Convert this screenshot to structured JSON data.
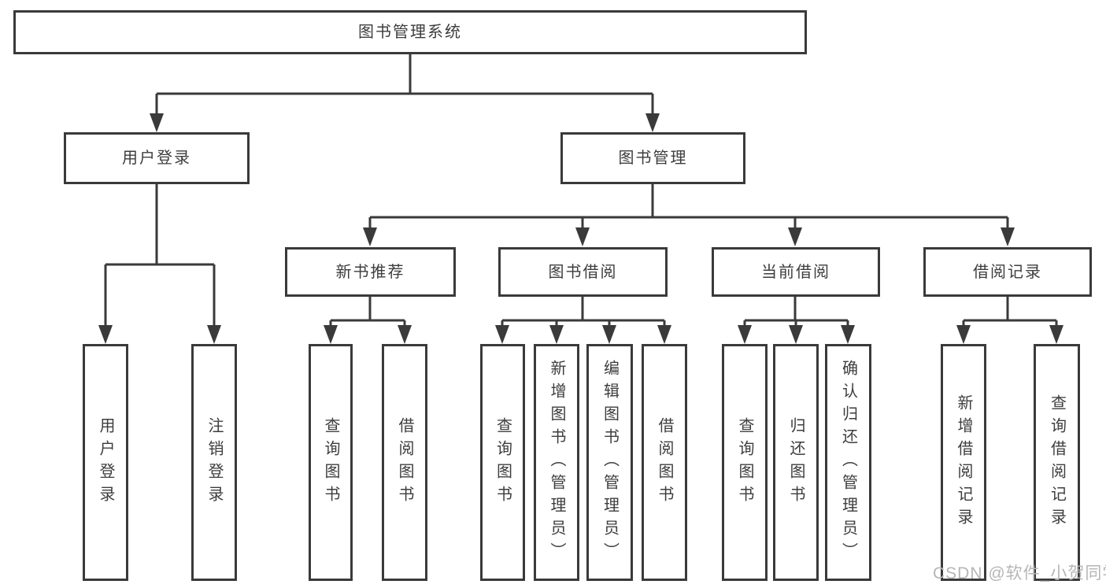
{
  "diagram": {
    "type": "hierarchy-tree",
    "colors": {
      "line": "#3a3a3a",
      "text": "#3d3d3d",
      "background": "#ffffff",
      "watermark_text_color": "#b6b6b6"
    },
    "watermark": "CSDN @软件_小贺同学",
    "nodes": {
      "root": "图书管理系统",
      "user_login": "用户登录",
      "book_mgmt": "图书管理",
      "new_book_rec": "新书推荐",
      "book_borrow": "图书借阅",
      "current_borrow": "当前借阅",
      "borrow_records": "借阅记录",
      "leaf_user_login": "用户登录",
      "leaf_logout": "注销登录",
      "leaf_rec_query": "查询图书",
      "leaf_rec_borrow": "借阅图书",
      "leaf_bor_query": "查询图书",
      "leaf_bor_add": "新增图书（管理员）",
      "leaf_bor_edit": "编辑图书（管理员）",
      "leaf_bor_borrow": "借阅图书",
      "leaf_cur_query": "查询图书",
      "leaf_cur_return": "归还图书",
      "leaf_cur_confirm": "确认归还（管理员）",
      "leaf_rcd_add": "新增借阅记录",
      "leaf_rcd_query": "查询借阅记录"
    },
    "hierarchy": {
      "图书管理系统": {
        "用户登录": [
          "用户登录",
          "注销登录"
        ],
        "图书管理": {
          "新书推荐": [
            "查询图书",
            "借阅图书"
          ],
          "图书借阅": [
            "查询图书",
            "新增图书（管理员）",
            "编辑图书（管理员）",
            "借阅图书"
          ],
          "当前借阅": [
            "查询图书",
            "归还图书",
            "确认归还（管理员）"
          ],
          "借阅记录": [
            "新增借阅记录",
            "查询借阅记录"
          ]
        }
      }
    }
  }
}
